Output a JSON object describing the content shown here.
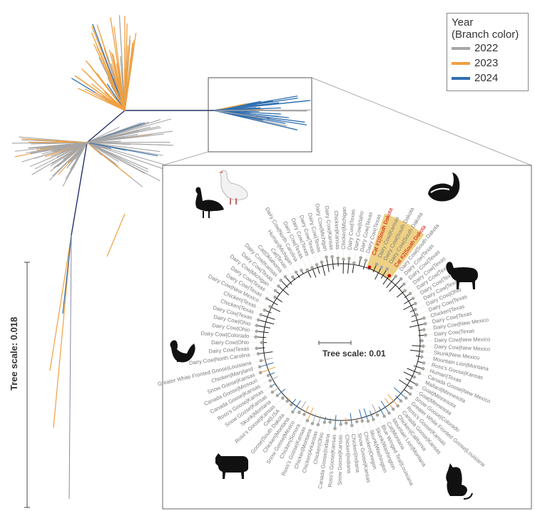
{
  "legend": {
    "title_line1": "Year",
    "title_line2": "(Branch color)",
    "items": [
      {
        "label": "2022",
        "color": "#a6a6a6"
      },
      {
        "label": "2023",
        "color": "#f0a040"
      },
      {
        "label": "2024",
        "color": "#2f6fb0"
      }
    ]
  },
  "left_scale_label": "Tree scale: 0.018",
  "right_scale_label": "Tree scale: 0.01",
  "highlight_color": "#e8c25a",
  "tip_dot_color": "#a8a8a0",
  "cat_label_color": "#cc0000",
  "tips": [
    "Dairy Cow|North Carolina",
    "Dairy Cow|Texas",
    "Dairy Cow|Ohio",
    "Dairy Cow|Colorado",
    "Dairy Cow|Ohio",
    "Dairy Cow|Ohio",
    "Dairy Cow|Texas",
    "Chicken|Texas",
    "Chicken|Texas",
    "Dairy Cow|New Mexico",
    "Dairy Cow|Texas",
    "Dairy Cow|Texas",
    "Dairy Cow|Michigan",
    "Dairy Cow|Texas",
    "Dairy Cow|Kansas",
    "Cat|Oklahoma",
    "Cat|Texas",
    "Human|Michigan",
    "Dairy Cow|North Carolina",
    "Dairy Cow|Texas",
    "Dairy Cow|Texas",
    "Dairy Cow|Texas",
    "Dairy Cow|Texas",
    "Dairy Cow|Michigan",
    "Dairy Cow|Kansas",
    "Chicken|Kansas",
    "Chicken|Michigan",
    "Dairy Cow|Texas",
    "Dairy Cow|Idaho",
    "Dairy Cow|Texas",
    "Dairy Cow|Texas",
    "Cat #1|South Dakota",
    "Dairy Cow|Kansas",
    "Dairy Cow|South Dakota",
    "Dairy Cow|South Dakota",
    "Cat #2|South Dakota",
    "Dairy Cow|South Dakota",
    "Dairy Cow|Texas",
    "Dairy Cow|Texas",
    "Dairy Cow|Texas",
    "Dairy Cow|Texas",
    "Dairy Cow|Texas",
    "Dairy Cow|Texas",
    "Dairy Cow|Ohio",
    "Dairy Cow|Texas",
    "Chicken|Texas",
    "Dairy Cow|Texas",
    "Dairy Cow|New Mexico",
    "Dairy Cow|Texas",
    "Dairy Cow|New Mexico",
    "Dairy Cow|New Mexico",
    "Skunk|New Mexico",
    "Mountain Lion|Montana",
    "Ross's Goose|Kansas",
    "Human|Texas",
    "Canada Goose|New Mexico",
    "Mallard|Minnesota",
    "Goat|Minnesota",
    "Goat|Minnesota",
    "Snow Goose|Colorado",
    "Greater White Fronted Goose|Louisiana",
    "Ross's Goose|Kansas",
    "Canada Goose|Kansas",
    "Chicken|California",
    "Mountain Lion|Montana",
    "Cat|Montana",
    "Blue Winged Teal|Louisiana",
    "Skunk|Washington",
    "Skunk|Washington",
    "Chicken|Oregon",
    "Snow Goose|Kansas",
    "Chicken|Indiana",
    "Chicken|Indiana",
    "Snow Goose|Kansas",
    "Ross's Goose|Kansas",
    "Canada Goose|Indiana",
    "Chicken|Ohio",
    "Chicken|Arkansas",
    "Chicken|Montana",
    "Ross's Goose|Kansas",
    "Chicken|Sonora",
    "Snow Goose|Mexico",
    "Chicken|Montana",
    "Goose|South Dakota",
    "Cat|USA",
    "Ross's Goose|Kansas",
    "Skunk|Montana",
    "Snow Goose|Kansas",
    "Ross's Goose|Kansas",
    "Canada Goose|Kansas",
    "Canada Goose|Missouri",
    "Snow Goose|Kansas",
    "Chicken|Maryland",
    "Greater White Fronted Goose|Louisiana"
  ]
}
